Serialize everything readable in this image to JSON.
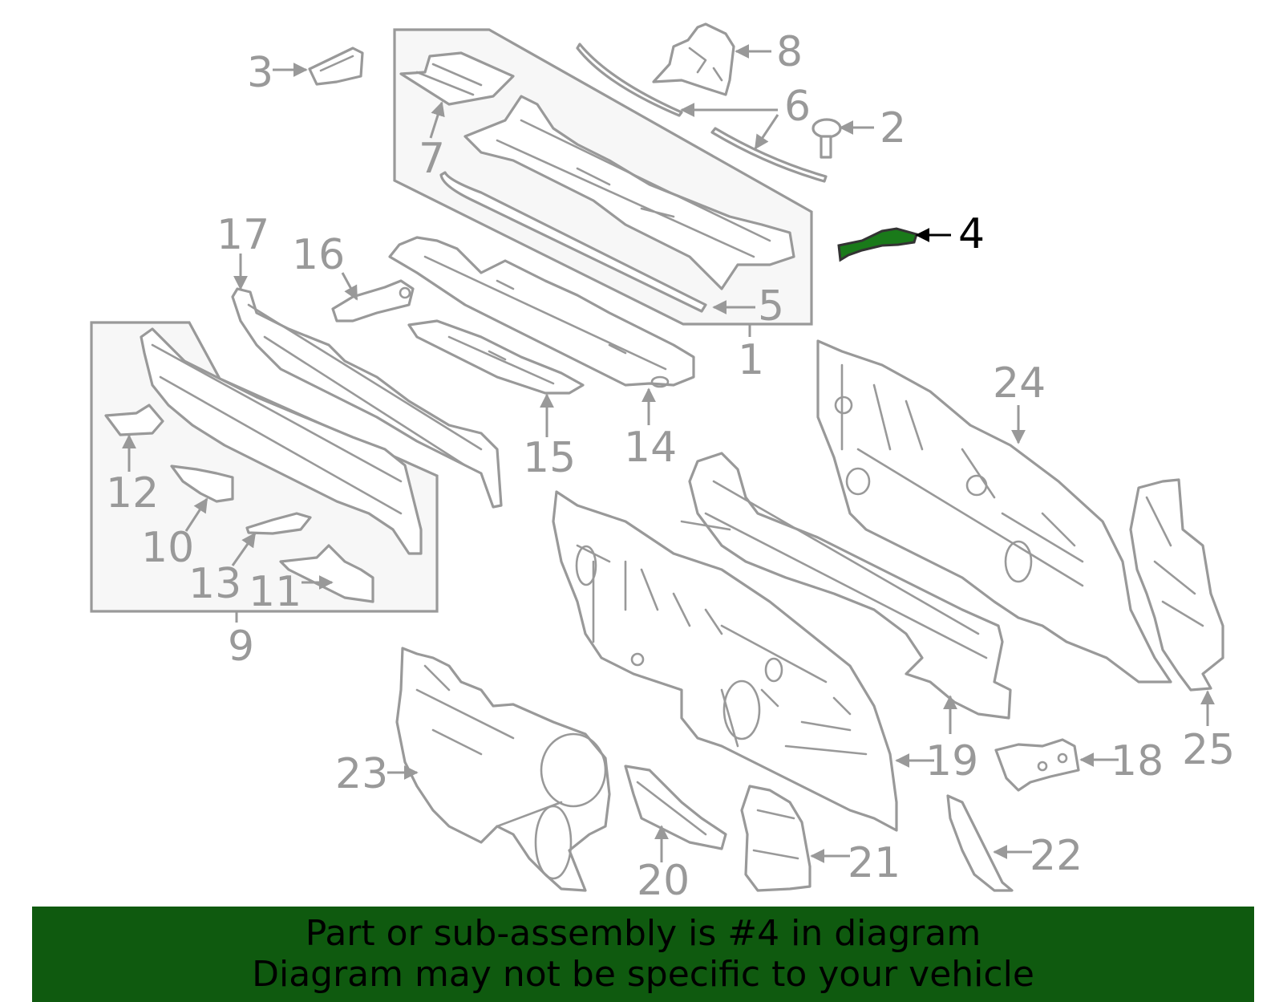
{
  "diagram": {
    "callouts": [
      "1",
      "2",
      "3",
      "4",
      "5",
      "6",
      "7",
      "8",
      "9",
      "10",
      "11",
      "12",
      "13",
      "14",
      "15",
      "16",
      "17",
      "18",
      "19",
      "20",
      "21",
      "22",
      "23",
      "24",
      "25"
    ],
    "highlighted_part": "4",
    "colors": {
      "line": "#999999",
      "highlight_fill": "#1a7a1a",
      "highlight_label": "#000000",
      "banner": "#0f5a0f"
    }
  },
  "banner": {
    "line1": "Part or sub-assembly is #4 in diagram",
    "line2": "Diagram may not be specific to your vehicle"
  }
}
